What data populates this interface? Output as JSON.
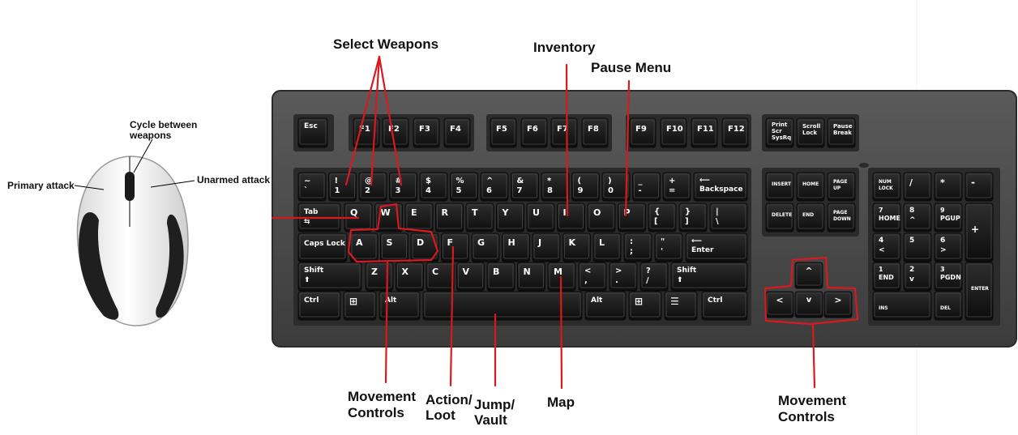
{
  "labels": {
    "select_weapons": "Select Weapons",
    "inventory": "Inventory",
    "pause_menu": "Pause Menu",
    "cycle_weapons_1": "Cycle between",
    "cycle_weapons_2": "weapons",
    "primary_attack": "Primary attack",
    "unarmed_attack": "Unarmed attack",
    "movement_left_1": "Movement",
    "movement_left_2": "Controls",
    "action_loot_1": "Action/",
    "action_loot_2": "Loot",
    "jump_vault_1": "Jump/",
    "jump_vault_2": "Vault",
    "map": "Map",
    "movement_right_1": "Movement",
    "movement_right_2": "Controls"
  },
  "keys": {
    "esc": "Esc",
    "f_keys": [
      "F1",
      "F2",
      "F3",
      "F4",
      "F5",
      "F6",
      "F7",
      "F8",
      "F9",
      "F10",
      "F11",
      "F12"
    ],
    "print_screen": [
      "Print",
      "Scr",
      "SysRq"
    ],
    "scroll_lock": [
      "Scroll",
      "Lock"
    ],
    "pause_break": [
      "Pause",
      "Break"
    ],
    "number_row_top": [
      "~",
      "!",
      "@",
      "#",
      "$",
      "%",
      "^",
      "&",
      "*",
      "(",
      ")",
      "_",
      "+"
    ],
    "number_row_bottom": [
      "`",
      "1",
      "2",
      "3",
      "4",
      "5",
      "6",
      "7",
      "8",
      "9",
      "0",
      "-",
      "="
    ],
    "backspace": "Backspace",
    "tab": "Tab",
    "qwerty_row": [
      "Q",
      "W",
      "E",
      "R",
      "T",
      "Y",
      "U",
      "I",
      "O",
      "P"
    ],
    "brackets_top": [
      "{",
      "}",
      "|"
    ],
    "brackets_bottom": [
      "[",
      "]",
      "\\"
    ],
    "caps_lock": "Caps Lock",
    "home_row": [
      "A",
      "S",
      "D",
      "F",
      "G",
      "H",
      "J",
      "K",
      "L"
    ],
    "semicolon": [
      ":",
      ";"
    ],
    "quote": [
      "\"",
      "'"
    ],
    "enter": "Enter",
    "shift": "Shift",
    "bottom_letters": [
      "Z",
      "X",
      "C",
      "V",
      "B",
      "N",
      "M"
    ],
    "comma": [
      "<",
      ","
    ],
    "period": [
      ">",
      "."
    ],
    "slash": [
      "?",
      "/"
    ],
    "ctrl": "Ctrl",
    "alt": "Alt",
    "insert": "INSERT",
    "home": "HOME",
    "page_up": [
      "PAGE",
      "UP"
    ],
    "delete": "DELETE",
    "end": "END",
    "page_down": [
      "PAGE",
      "DOWN"
    ],
    "num_lock": [
      "NUM",
      "LOCK"
    ],
    "num_slash": "/",
    "num_star": "*",
    "num_minus": "-",
    "num_plus": "+",
    "num_enter": "ENTER",
    "num_7": [
      "7",
      "HOME"
    ],
    "num_8": "8",
    "num_9": [
      "9",
      "PGUP"
    ],
    "num_4": "4",
    "num_5": "5",
    "num_6": "6",
    "num_1": [
      "1",
      "END"
    ],
    "num_2": "2",
    "num_3": [
      "3",
      "PGDN"
    ],
    "num_0": "INS",
    "num_dot": "DEL"
  },
  "colors": {
    "annotation": "#d71920",
    "keyboard_body": "#4a4a4a",
    "key": "#151515"
  }
}
